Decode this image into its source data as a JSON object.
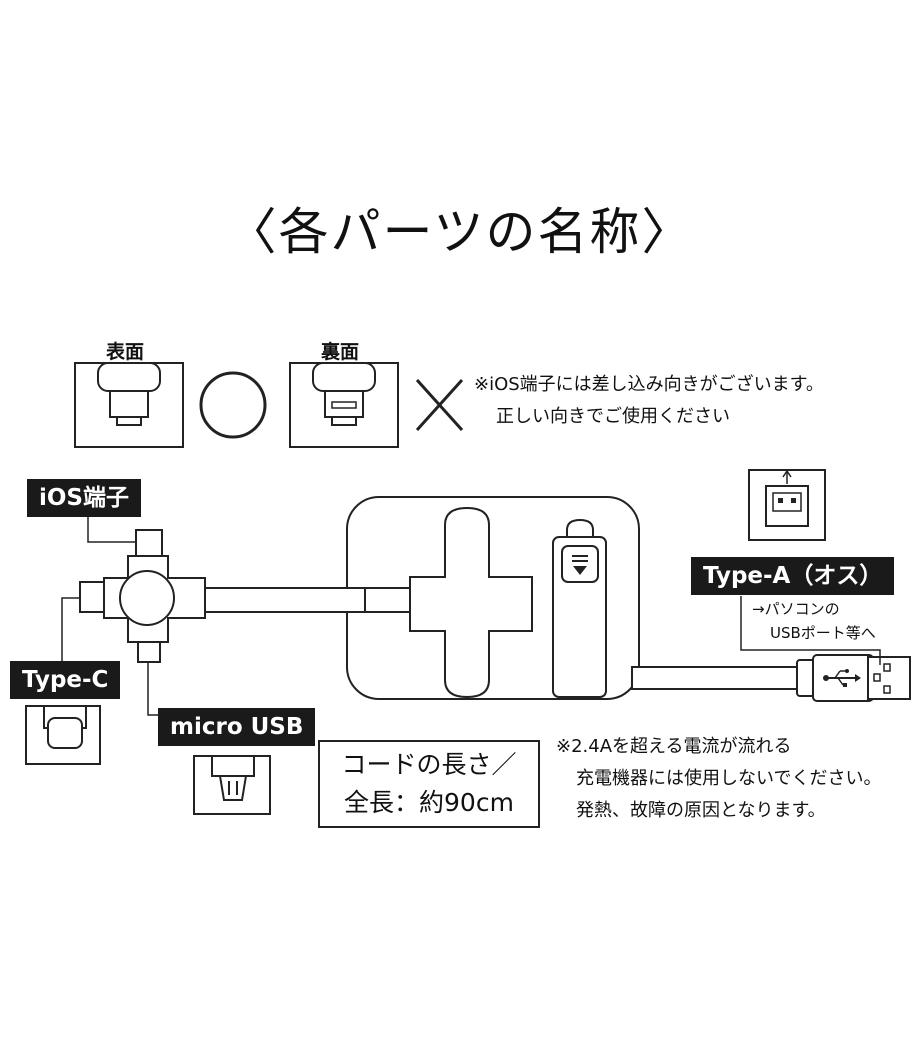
{
  "title": "〈各パーツの名称〉",
  "orientation": {
    "front_label": "表面",
    "back_label": "裏面",
    "note_line1": "※iOS端子には差し込み向きがございます。",
    "note_line2": "正しい向きでご使用ください"
  },
  "labels": {
    "ios": "iOS端子",
    "typec": "Type-C",
    "micro": "micro USB",
    "typea": "Type-A（オス）",
    "typea_note1": "→パソコンの",
    "typea_note2": "USBポート等へ"
  },
  "cord": {
    "line1": "コードの長さ／",
    "line2": "全長：約90cm"
  },
  "warning": {
    "line1": "※2.4Aを超える電流が流れる",
    "line2": "充電機器には使用しないでください。",
    "line3": "発熱、故障の原因となります。"
  }
}
